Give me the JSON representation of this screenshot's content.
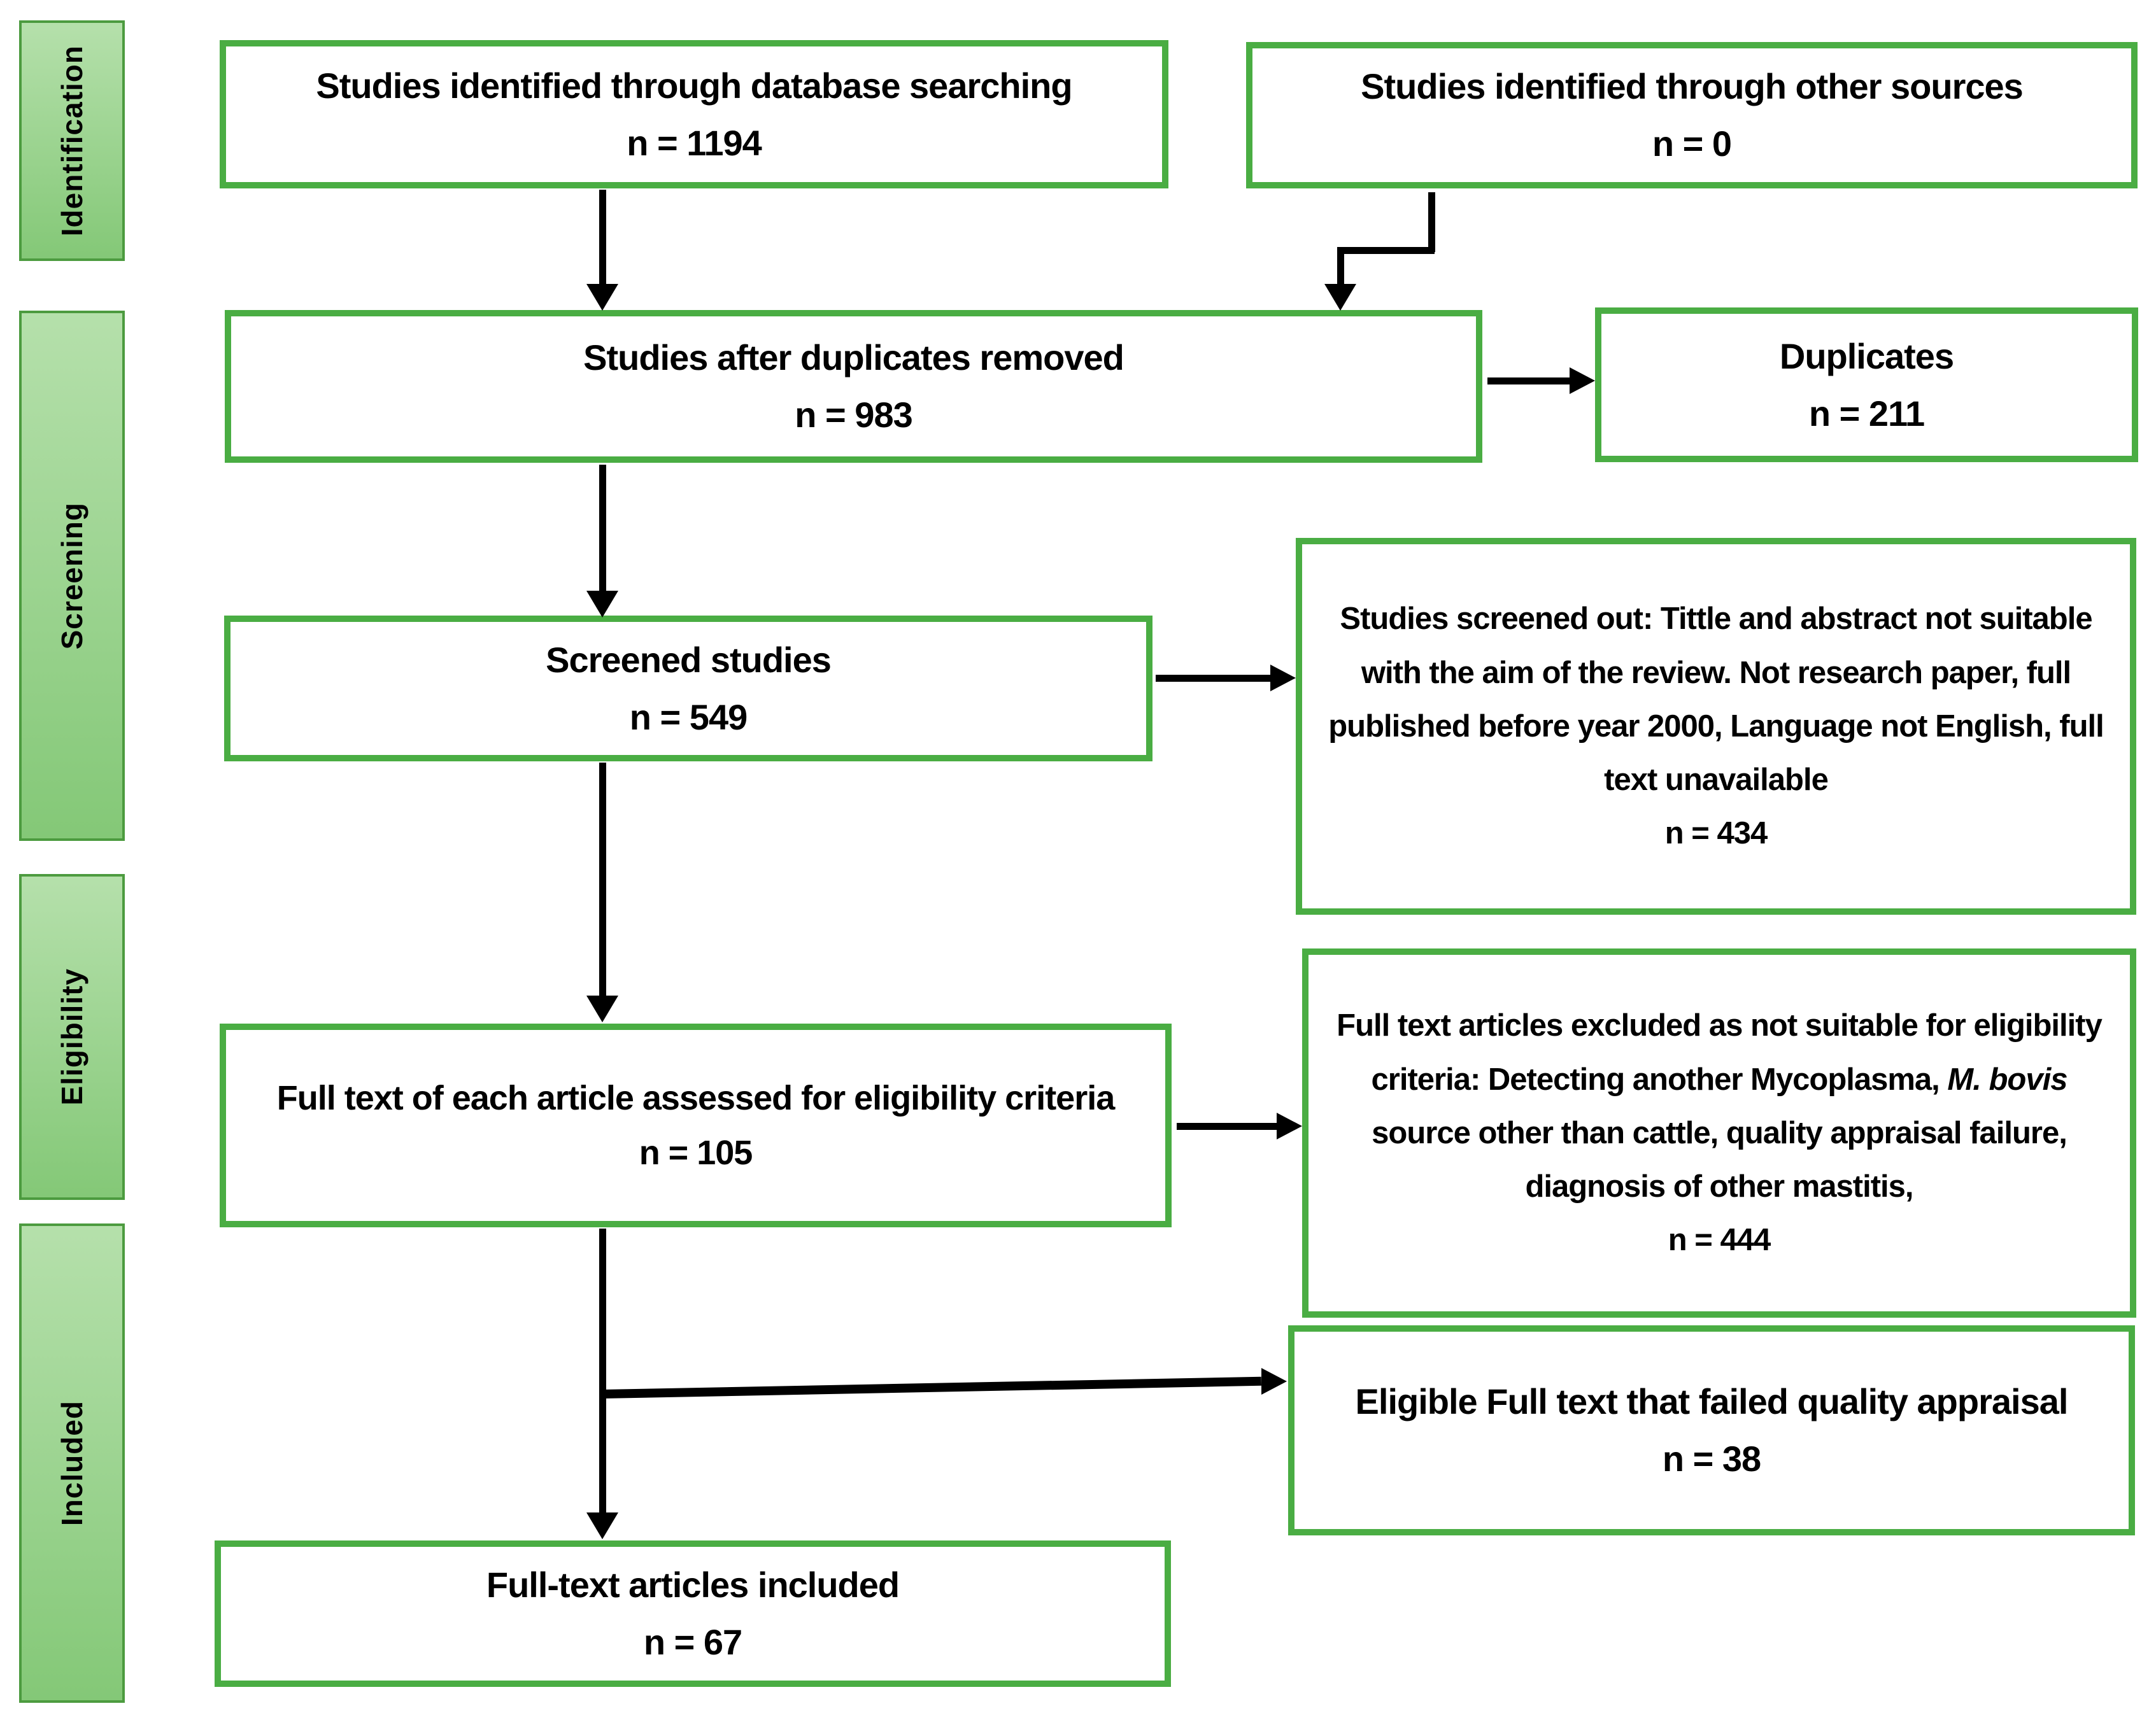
{
  "sidebar": {
    "labels": [
      "Identification",
      "Screening",
      "Eligibility",
      "Included"
    ]
  },
  "boxes": {
    "db_search": {
      "title": "Studies identified through database searching",
      "count": "n = 1194"
    },
    "other_sources": {
      "title": "Studies identified through other sources",
      "count": "n = 0"
    },
    "after_duplicates": {
      "title": "Studies after duplicates removed",
      "count": "n = 983"
    },
    "duplicates": {
      "title": "Duplicates",
      "count": "n = 211"
    },
    "screened": {
      "title": "Screened studies",
      "count": "n = 549"
    },
    "screened_out": {
      "text": "Studies screened out: Tittle and abstract not suitable with the aim of the review. Not research paper, full published before year 2000, Language not English, full text unavailable",
      "count": "n = 434"
    },
    "assessed": {
      "title": "Full text of each article assessed for eligibility criteria",
      "count": "n = 105"
    },
    "excluded": {
      "text_before": "Full text articles excluded as not suitable for eligibility criteria: Detecting another Mycoplasma, ",
      "italic": "M. bovis",
      "text_after": " source other than cattle, quality appraisal failure, diagnosis of other mastitis,",
      "count": "n = 444"
    },
    "failed_qa": {
      "title": "Eligible Full text that failed quality appraisal",
      "count": "n = 38"
    },
    "included": {
      "title": "Full-text articles included",
      "count": "n = 67"
    }
  },
  "colors": {
    "box_border": "#4aad43",
    "arrow": "#000000",
    "sidebar_border": "#4c9b3f",
    "sidebar_fill_top": "#b5e0ab",
    "sidebar_fill_bottom": "#84c877",
    "text": "#000000",
    "background": "#ffffff"
  }
}
